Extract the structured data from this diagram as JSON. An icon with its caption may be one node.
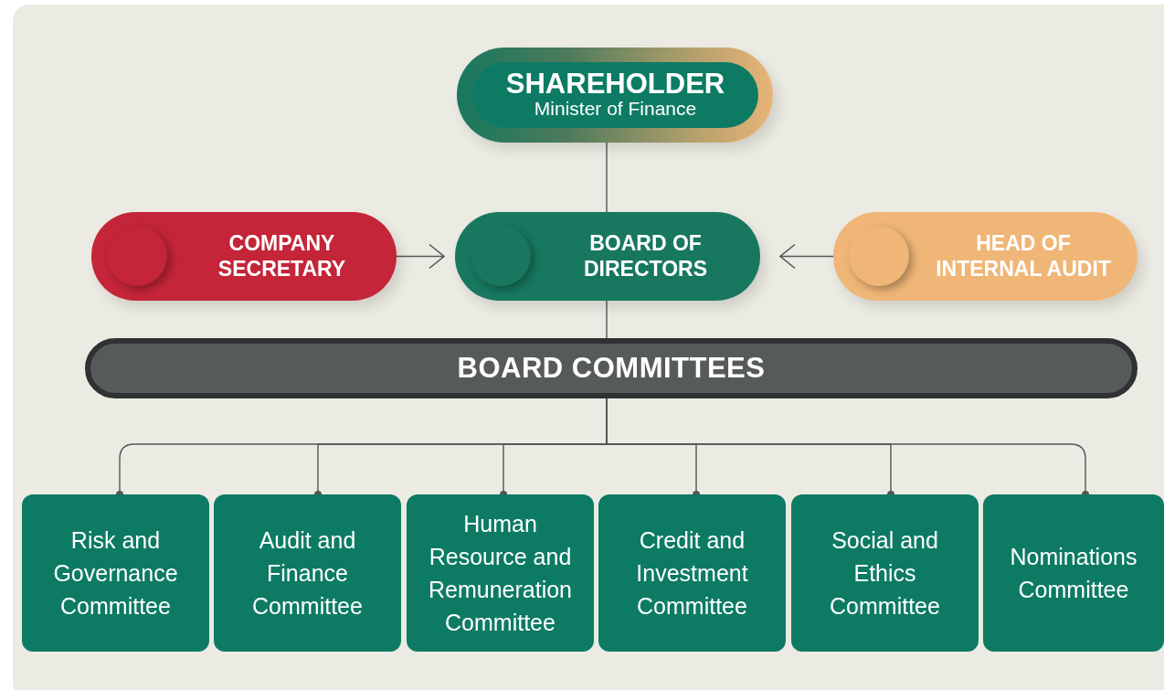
{
  "diagram": {
    "nodes": [
      {
        "text": [
          "SHAREHOLDER",
          "Minister of Finance"
        ]
      },
      {
        "text": [
          "COMPANY SECRETARY"
        ]
      },
      {
        "text": [
          "BOARD OF DIRECTORS"
        ]
      },
      {
        "text": [
          "HEAD OF INTERNAL AUDIT"
        ]
      },
      {
        "text": [
          "BOARD COMMITTEES"
        ]
      },
      {
        "text": [
          "Risk and Governance Committee"
        ]
      },
      {
        "text": [
          "Audit and Finance Committee"
        ]
      },
      {
        "text": [
          "Human Resource and Remuneration Committee"
        ]
      },
      {
        "text": [
          "Credit and Investment Committee"
        ]
      },
      {
        "text": [
          "Social and Ethics Committee"
        ]
      },
      {
        "text": [
          "Nominations Committee"
        ]
      }
    ],
    "edges": [
      {
        "from": 0,
        "to": 2,
        "arrow": "none"
      },
      {
        "from": 1,
        "to": 2,
        "arrow": "to"
      },
      {
        "from": 3,
        "to": 2,
        "arrow": "to"
      },
      {
        "from": 2,
        "to": 4,
        "arrow": "none"
      },
      {
        "from": 4,
        "to": 5,
        "arrow": "other"
      },
      {
        "from": 4,
        "to": 6,
        "arrow": "other"
      },
      {
        "from": 4,
        "to": 7,
        "arrow": "other"
      },
      {
        "from": 4,
        "to": 8,
        "arrow": "other"
      },
      {
        "from": 4,
        "to": 9,
        "arrow": "other"
      },
      {
        "from": 4,
        "to": 10,
        "arrow": "other"
      }
    ]
  }
}
